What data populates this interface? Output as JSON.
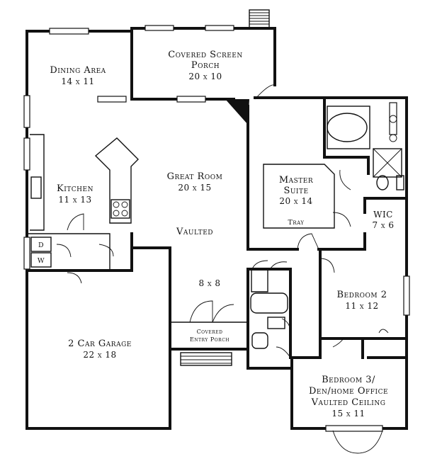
{
  "rooms": {
    "dining": {
      "name": "Dining Area",
      "size": "14 x 11"
    },
    "porch": {
      "name_line1": "Covered Screen",
      "name_line2": "Porch",
      "size": "20 x 10"
    },
    "kitchen": {
      "name": "Kitchen",
      "size": "11 x 13"
    },
    "great_room": {
      "name": "Great Room",
      "size": "20 x 15",
      "note": "Vaulted"
    },
    "master": {
      "name_line1": "Master",
      "name_line2": "Suite",
      "size": "20 x 14",
      "note": "Tray"
    },
    "wic": {
      "name": "WIC",
      "size": "7 x 6"
    },
    "foyer": {
      "size": "8 x 8"
    },
    "bedroom2": {
      "name": "Bedroom 2",
      "size": "11 x 12"
    },
    "garage": {
      "name": "2 Car Garage",
      "size": "22 x 18"
    },
    "entry": {
      "name_line1": "Covered",
      "name_line2": "Entry Porch"
    },
    "bedroom3": {
      "name_line1": "Bedroom 3/",
      "name_line2": "Den/home Office",
      "name_line3": "Vaulted Ceiling",
      "size": "15 x 11"
    }
  },
  "appliances": {
    "dryer": "D",
    "washer": "W"
  }
}
